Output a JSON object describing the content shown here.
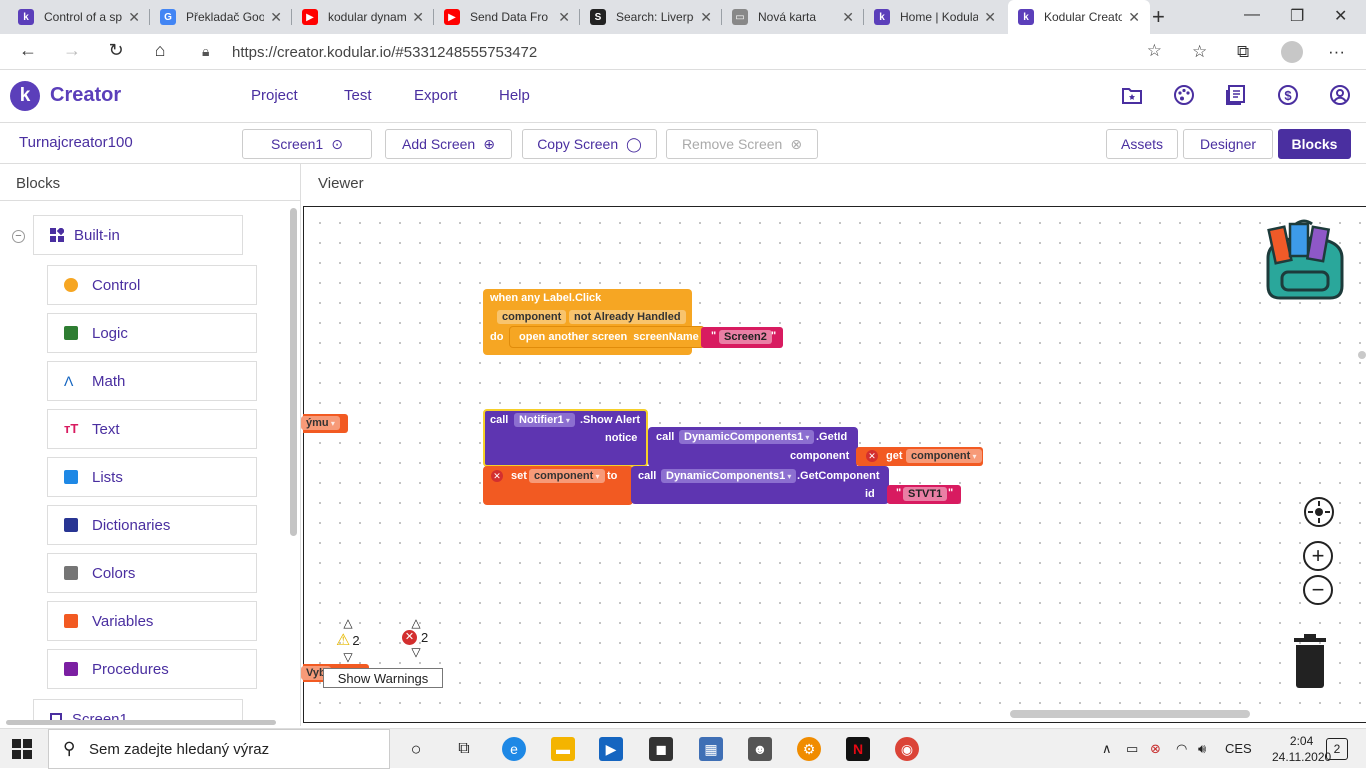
{
  "browser": {
    "tabs": [
      {
        "title": "Control of a sp",
        "fav": "kodular-icon",
        "favColor": "#5b3fba",
        "favText": "k"
      },
      {
        "title": "Překladač Goo",
        "fav": "google-translate-icon",
        "favColor": "#4285f4",
        "favText": "G"
      },
      {
        "title": "kodular dynam",
        "fav": "youtube-icon",
        "favColor": "#ff0000",
        "favText": "▶"
      },
      {
        "title": "Send Data Fro",
        "fav": "youtube-icon",
        "favColor": "#ff0000",
        "favText": "▶"
      },
      {
        "title": "Search: Liverpo",
        "fav": "search-site-icon",
        "favColor": "#222222",
        "favText": "S"
      },
      {
        "title": "Nová karta",
        "fav": "newtab-icon",
        "favColor": "#777777",
        "favText": "▭"
      },
      {
        "title": "Home | Kodula",
        "fav": "kodular-icon",
        "favColor": "#5b3fba",
        "favText": "k"
      },
      {
        "title": "Kodular Creato",
        "fav": "kodular-icon",
        "favColor": "#5b3fba",
        "favText": "k"
      }
    ],
    "url": "https://creator.kodular.io/#5331248555753472"
  },
  "app": {
    "brand": "Creator",
    "logo_letter": "k",
    "menu": [
      "Project",
      "Test",
      "Export",
      "Help"
    ]
  },
  "toolbar": {
    "project_name": "Turnajcreator100",
    "screen_select": "Screen1",
    "add_screen": "Add Screen",
    "copy_screen": "Copy Screen",
    "remove_screen": "Remove Screen",
    "assets": "Assets",
    "designer": "Designer",
    "blocks": "Blocks"
  },
  "left": {
    "title": "Blocks",
    "builtin": "Built-in",
    "items": [
      {
        "label": "Control",
        "color": "#f6a623"
      },
      {
        "label": "Logic",
        "color": "#2e7d32"
      },
      {
        "label": "Math",
        "color": "#1565c0"
      },
      {
        "label": "Text",
        "color": "#d81b60"
      },
      {
        "label": "Lists",
        "color": "#1e88e5"
      },
      {
        "label": "Dictionaries",
        "color": "#283593"
      },
      {
        "label": "Colors",
        "color": "#757575"
      },
      {
        "label": "Variables",
        "color": "#f25a22"
      },
      {
        "label": "Procedures",
        "color": "#7b1fa2"
      }
    ],
    "screen_item": "Screen1"
  },
  "viewer": {
    "title": "Viewer",
    "block1": {
      "header": "when any Label.Click",
      "param1": "component",
      "param2": "not Already Handled",
      "do": "do",
      "action": "open another screen  screenName",
      "value": "Screen2"
    },
    "block2": {
      "call": "call",
      "component": "Notifier1",
      "method": ".Show Alert",
      "notice": "notice",
      "inner_call": "call",
      "inner_component": "DynamicComponents1",
      "inner_method": ".GetId",
      "component_label": "component",
      "get": "get",
      "get_var": "component",
      "set": "set",
      "set_var": "component",
      "to": "to",
      "call2": "call",
      "component2": "DynamicComponents1",
      "method2": ".GetComponent",
      "id_label": "id",
      "id_value": "STVT1"
    },
    "stray1": "ýmu",
    "stray2": "Vyb",
    "warnings_count": "2",
    "errors_count": "2",
    "show_warnings": "Show Warnings"
  },
  "taskbar": {
    "search_placeholder": "Sem zadejte hledaný výraz",
    "lang": "CES",
    "time": "2:04",
    "date": "24.11.2020",
    "notifications": "2"
  }
}
